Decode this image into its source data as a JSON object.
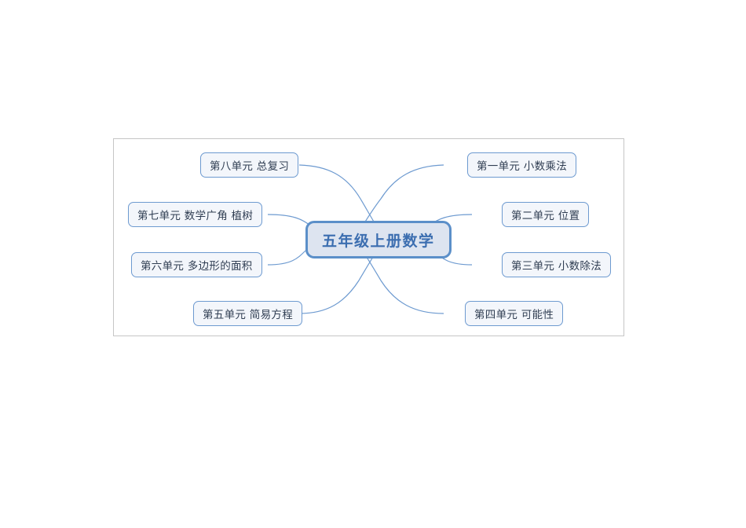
{
  "diagram": {
    "type": "mind-map",
    "center": {
      "label": "五年级上册数学",
      "border_color": "#5b8fc9",
      "fill_color": "#dde4f0",
      "text_color": "#3c6eb0"
    },
    "frame": {
      "border_color": "#c6c6c6",
      "background": "#ffffff"
    },
    "connector_color": "#6d9ad0",
    "branches": [
      {
        "id": "unit-8",
        "label": "第八单元 总复习",
        "side": "left",
        "order": 1
      },
      {
        "id": "unit-7",
        "label": "第七单元 数学广角 植树",
        "side": "left",
        "order": 2
      },
      {
        "id": "unit-6",
        "label": "第六单元 多边形的面积",
        "side": "left",
        "order": 3
      },
      {
        "id": "unit-5",
        "label": "第五单元 简易方程",
        "side": "left",
        "order": 4
      },
      {
        "id": "unit-1",
        "label": "第一单元 小数乘法",
        "side": "right",
        "order": 1
      },
      {
        "id": "unit-2",
        "label": "第二单元 位置",
        "side": "right",
        "order": 2
      },
      {
        "id": "unit-3",
        "label": "第三单元 小数除法",
        "side": "right",
        "order": 3
      },
      {
        "id": "unit-4",
        "label": "第四单元 可能性",
        "side": "right",
        "order": 4
      }
    ]
  }
}
